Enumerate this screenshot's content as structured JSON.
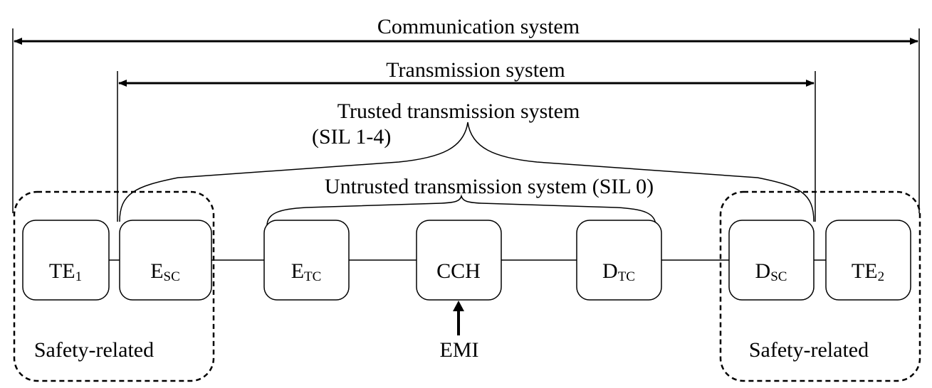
{
  "ranges": {
    "communication": "Communication system",
    "transmission": "Transmission system",
    "trusted_line1": "Trusted transmission system",
    "trusted_line2": "(SIL 1-4)",
    "untrusted": "Untrusted transmission system (SIL 0)"
  },
  "boxes": [
    {
      "id": "te1",
      "main": "TE",
      "sub": "1"
    },
    {
      "id": "esc",
      "main": "E",
      "sub": "SC"
    },
    {
      "id": "etc",
      "main": "E",
      "sub": "TC"
    },
    {
      "id": "cch",
      "main": "CCH",
      "sub": ""
    },
    {
      "id": "dtc",
      "main": "D",
      "sub": "TC"
    },
    {
      "id": "dsc",
      "main": "D",
      "sub": "SC"
    },
    {
      "id": "te2",
      "main": "TE",
      "sub": "2"
    }
  ],
  "zones": {
    "left": "Safety-related",
    "right": "Safety-related"
  },
  "emi_label": "EMI"
}
